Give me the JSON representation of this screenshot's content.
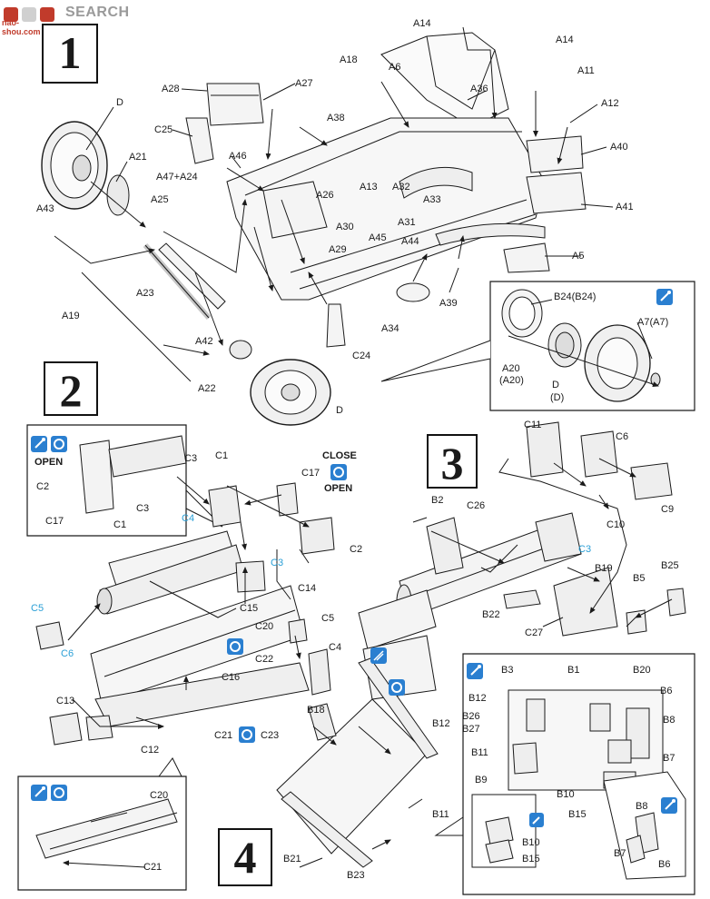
{
  "watermark": {
    "brand": "SEARCH",
    "url": "nao-shou.com"
  },
  "steps": [
    "1",
    "2",
    "3",
    "4"
  ],
  "labels": {
    "A14a": "A14",
    "A14b": "A14",
    "A18": "A18",
    "A6": "A6",
    "A36": "A36",
    "A11": "A11",
    "A12": "A12",
    "A40": "A40",
    "A41": "A41",
    "A28": "A28",
    "A27": "A27",
    "D_top": "D",
    "C25": "C25",
    "A38": "A38",
    "A21": "A21",
    "A46": "A46",
    "A47A24": "A47+A24",
    "A25": "A25",
    "A26": "A26",
    "A13": "A13",
    "A32": "A32",
    "A33": "A33",
    "A43": "A43",
    "A30": "A30",
    "A31": "A31",
    "A29": "A29",
    "A45": "A45",
    "A44": "A44",
    "A5": "A5",
    "A23": "A23",
    "A19": "A19",
    "A39": "A39",
    "A34": "A34",
    "C24": "C24",
    "A42": "A42",
    "A22": "A22",
    "D_bottom": "D",
    "B24": "B24(B24)",
    "A7": "A7(A7)",
    "A20": "A20",
    "A20p": "(A20)",
    "D_inset": "D",
    "Dp_inset": "(D)",
    "OPEN": "OPEN",
    "C2_in": "C2",
    "C17_in": "C17",
    "C1_in": "C1",
    "C3_in": "C3",
    "C3": "C3",
    "C1": "C1",
    "C17": "C17",
    "CLOSE": "CLOSE",
    "OPEN2": "OPEN",
    "C4_cyan": "C4",
    "C3_cyan": "C3",
    "C2": "C2",
    "C14": "C14",
    "C5_cyan": "C5",
    "C6_cyan": "C6",
    "C15": "C15",
    "C20": "C20",
    "C22": "C22",
    "C5": "C5",
    "C4": "C4",
    "C16": "C16",
    "C13": "C13",
    "C21": "C21",
    "C23": "C23",
    "C12": "C12",
    "C20_in": "C20",
    "C21_in": "C21",
    "C11": "C11",
    "C6": "C6",
    "C9": "C9",
    "C10": "C10",
    "B2": "B2",
    "C26": "C26",
    "C3_3": "C3",
    "B19": "B19",
    "B5": "B5",
    "B25": "B25",
    "B22": "B22",
    "C27": "C27",
    "B18": "B18",
    "B12": "B12",
    "B11": "B11",
    "B21": "B21",
    "B23": "B23",
    "B3": "B3",
    "B1": "B1",
    "B20": "B20",
    "B12_in": "B12",
    "B6": "B6",
    "B26": "B26",
    "B27": "B27",
    "B8": "B8",
    "B11_in": "B11",
    "B7": "B7",
    "B9": "B9",
    "B10": "B10",
    "B15": "B15",
    "B10_sub": "B10",
    "B15_sub": "B15",
    "B8_sub": "B8",
    "B7_sub": "B7",
    "B6_sub": "B6"
  },
  "colors": {
    "ink": "#1a1a1a",
    "cyan": "#2a9fd6",
    "icon_blue": "#2a7fd0",
    "watermark_red": "#c13b2b"
  }
}
